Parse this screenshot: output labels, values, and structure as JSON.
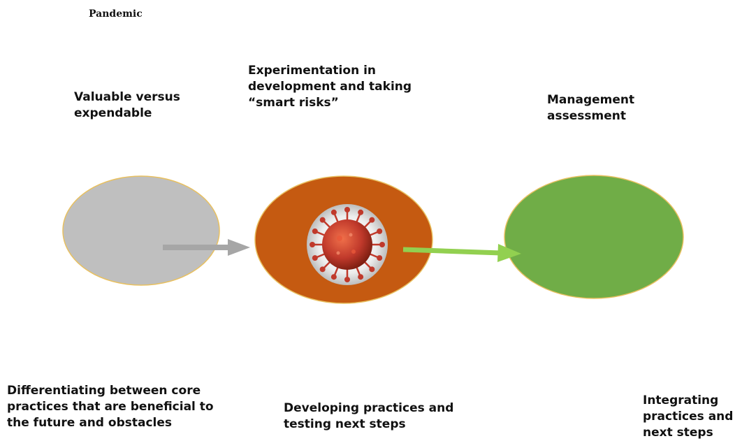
{
  "title": "Pandemic",
  "colors": {
    "stage1": "#bfbfbf",
    "stage2": "#c55a11",
    "stage3": "#70ad47",
    "outline": "#e8c060",
    "arrow_gray": "#a6a6a6",
    "arrow_green": "#92d050",
    "virus": "#c0392b"
  },
  "stages": [
    {
      "top_label": "Valuable versus\nexpendable",
      "bottom_label": "Differentiating between core\npractices that are beneficial to\nthe future and obstacles"
    },
    {
      "top_label": "Experimentation in\ndevelopment and taking\n“smart risks”",
      "bottom_label": "Developing practices and\ntesting next steps",
      "icon": "virus-icon"
    },
    {
      "top_label": "Management\nassessment",
      "bottom_label": "Integrating\npractices and\nnext steps"
    }
  ]
}
